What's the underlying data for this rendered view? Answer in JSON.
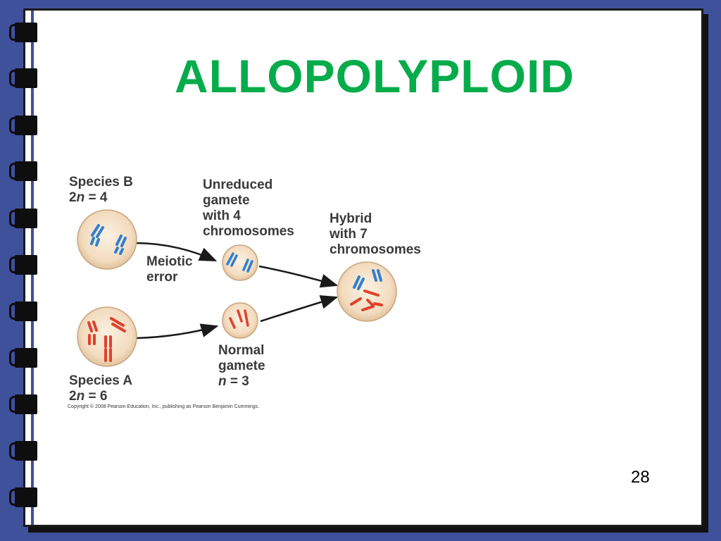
{
  "slide": {
    "title": "ALLOPOLYPLOID",
    "page_number": "28",
    "copyright": "Copyright © 2008 Pearson Education, Inc., publishing as Pearson Benjamin Cummings."
  },
  "diagram": {
    "species_b": {
      "name": "Species B",
      "ploidy_pre": "2",
      "ploidy_var": "n",
      "ploidy_post": " = 4"
    },
    "species_a": {
      "name": "Species A",
      "ploidy_pre": "2",
      "ploidy_var": "n",
      "ploidy_post": " = 6"
    },
    "unreduced_gamete": {
      "line1": "Unreduced",
      "line2": "gamete",
      "line3": "with 4",
      "line4": "chromosomes"
    },
    "meiotic_error": {
      "line1": "Meiotic",
      "line2": "error"
    },
    "normal_gamete": {
      "line1": "Normal",
      "line2": "gamete",
      "ploidy_var": "n",
      "ploidy_post": " = 3"
    },
    "hybrid": {
      "line1": "Hybrid",
      "line2": "with 7",
      "line3": "chromosomes"
    }
  },
  "colors": {
    "title_green": "#06ac4a",
    "background_blue": "#3f519b",
    "chromosome_blue": "#2f7fd0",
    "chromosome_red": "#e0402c",
    "cell_fill": "#f6e6cf"
  }
}
